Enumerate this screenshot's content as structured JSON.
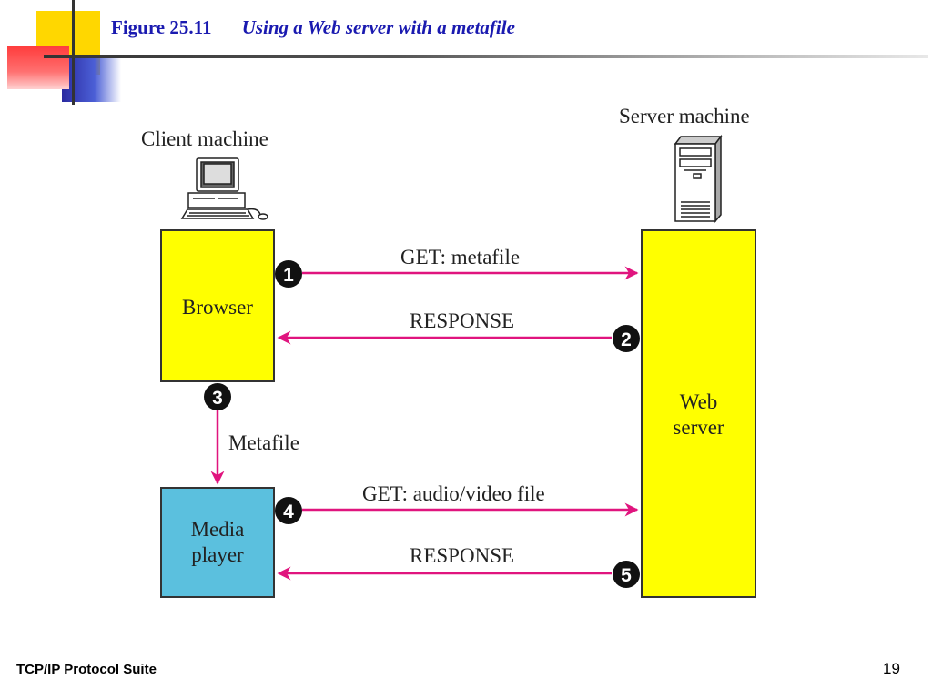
{
  "header": {
    "figure_number": "Figure 25.11",
    "figure_title": "Using a Web server with a metafile"
  },
  "diagram": {
    "client_label": "Client machine",
    "server_label": "Server machine",
    "boxes": {
      "browser": "Browser",
      "media_player": "Media\nplayer",
      "web_server": "Web\nserver"
    },
    "messages": [
      {
        "step": "1",
        "label": "GET: metafile"
      },
      {
        "step": "2",
        "label": "RESPONSE"
      },
      {
        "step": "3",
        "label": "Metafile"
      },
      {
        "step": "4",
        "label": "GET: audio/video file"
      },
      {
        "step": "5",
        "label": "RESPONSE"
      }
    ],
    "colors": {
      "arrow": "#E0147E",
      "box_yellow": "#FFFF00",
      "box_blue": "#5BC0DE"
    },
    "icons": {
      "client": "desktop-computer-icon",
      "server": "server-tower-icon"
    }
  },
  "footer": {
    "left": "TCP/IP Protocol Suite",
    "page_number": "19"
  }
}
